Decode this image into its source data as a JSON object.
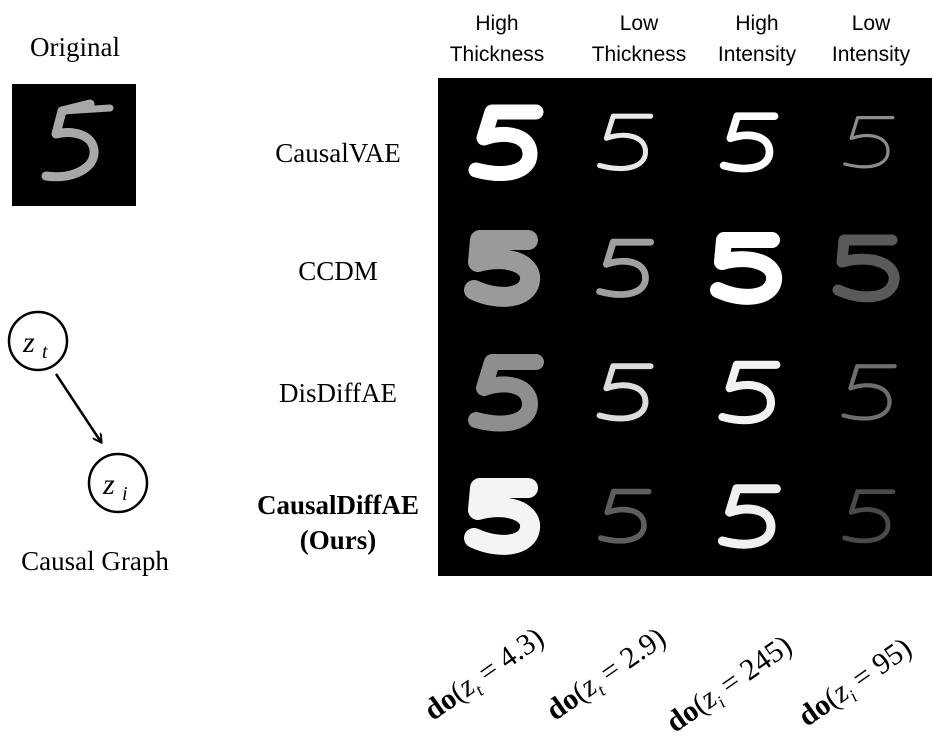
{
  "original": {
    "label": "Original"
  },
  "graph": {
    "caption": "Causal Graph",
    "nodes": [
      "z",
      "z"
    ],
    "subscripts": [
      "t",
      "i"
    ]
  },
  "methods": [
    {
      "name": "CausalVAE",
      "bold": false
    },
    {
      "name": "CCDM",
      "bold": false
    },
    {
      "name": "DisDiffAE",
      "bold": false
    },
    {
      "name_line1": "CausalDiffAE",
      "name_line2": "(Ours)",
      "bold": true
    }
  ],
  "columns": [
    {
      "line1": "High",
      "line2": "Thickness"
    },
    {
      "line1": "Low",
      "line2": "Thickness"
    },
    {
      "line1": "High",
      "line2": "Intensity"
    },
    {
      "line1": "Low",
      "line2": "Intensity"
    }
  ],
  "interventions": [
    {
      "op": "do",
      "var": "z",
      "sub": "t",
      "eq": " = 4.3)"
    },
    {
      "op": "do",
      "var": "z",
      "sub": "t",
      "eq": " = 2.9)"
    },
    {
      "op": "do",
      "var": "z",
      "sub": "i",
      "eq": " = 245)"
    },
    {
      "op": "do",
      "var": "z",
      "sub": "i",
      "eq": " = 95)"
    }
  ],
  "colors": {
    "grid_bg": "#000000",
    "text": "#000000"
  }
}
